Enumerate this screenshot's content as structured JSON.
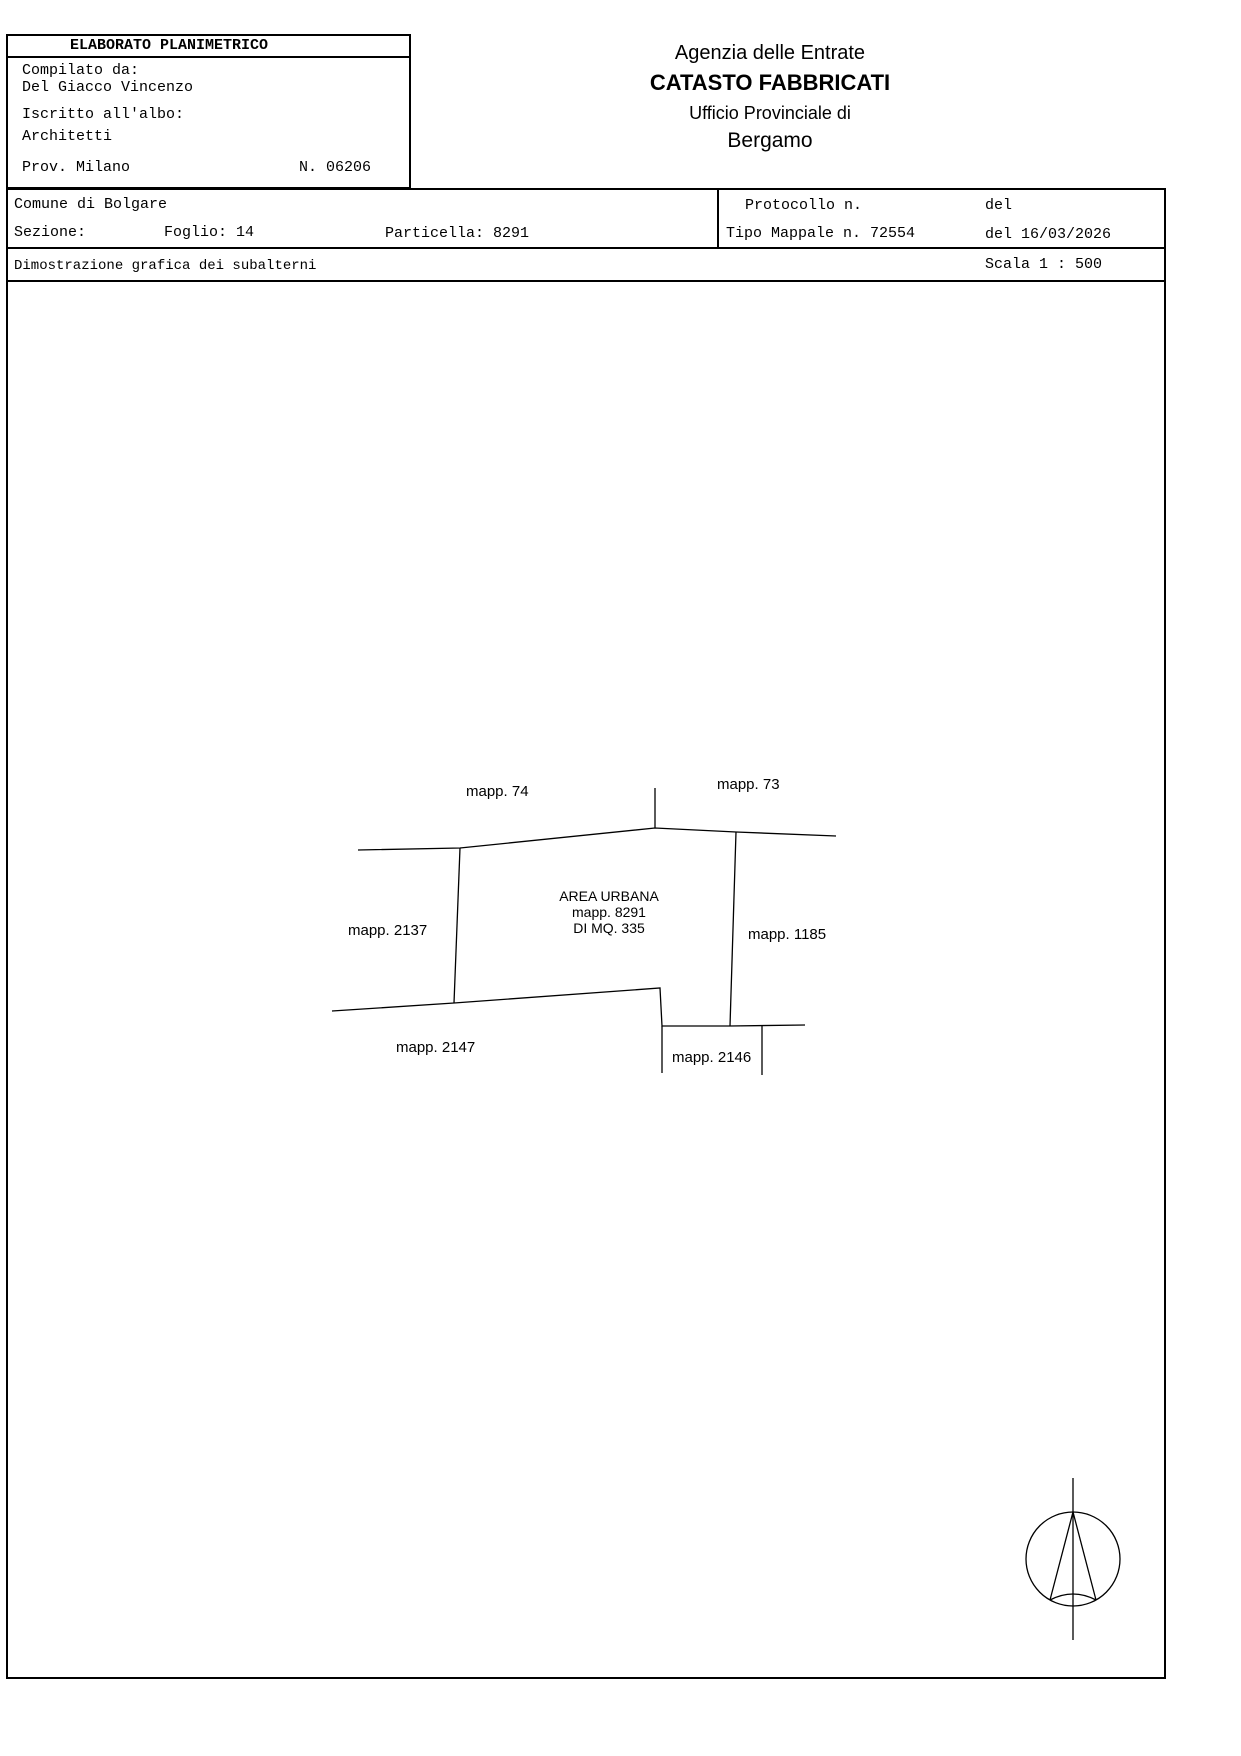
{
  "title_block": {
    "heading": "ELABORATO PLANIMETRICO",
    "compiled_label": "Compilato da:",
    "compiled_name": "Del Giacco Vincenzo",
    "register_label": "Iscritto all'albo:",
    "register_value": "Architetti",
    "province": "Prov. Milano",
    "number": "N. 06206"
  },
  "agency": {
    "line1": "Agenzia delle Entrate",
    "line2": "CATASTO FABBRICATI",
    "line3": "Ufficio Provinciale di",
    "line4": "Bergamo"
  },
  "info": {
    "comune": "Comune di Bolgare",
    "sezione": "Sezione:",
    "foglio": "Foglio: 14",
    "particella": "Particella: 8291",
    "protocollo": "Protocollo n.",
    "del1": "del",
    "tipo_mappale": "Tipo Mappale n. 72554",
    "del2": "del 16/03/2026",
    "description": "Dimostrazione grafica dei subalterni",
    "scale": "Scala 1 : 500"
  },
  "plan": {
    "area_line1": "AREA URBANA",
    "area_line2": "mapp. 8291",
    "area_line3": "DI MQ. 335",
    "neighbors": {
      "north_west": "mapp. 74",
      "north_east": "mapp. 73",
      "west": "mapp. 2137",
      "east": "mapp. 1185",
      "south": "mapp. 2147",
      "south_east": "mapp. 2146"
    }
  }
}
